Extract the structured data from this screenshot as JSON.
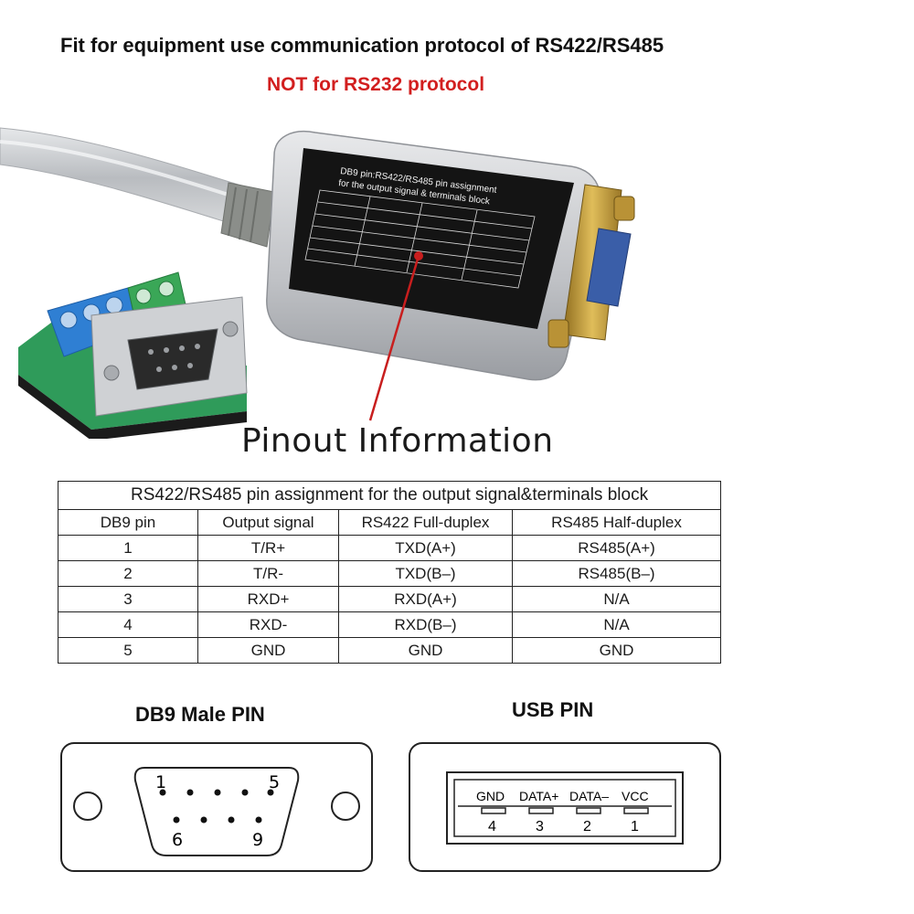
{
  "header": {
    "headline": "Fit for equipment use communication protocol of RS422/RS485",
    "warning": "NOT for RS232 protocol"
  },
  "colors": {
    "warning_red": "#d21f1f",
    "arrow_red": "#c81e1e",
    "adapter_silver": "#c9cbcf",
    "terminal_blue": "#2f7fd3",
    "terminal_green": "#3aa757",
    "pcb_green": "#2f9b5a",
    "connector_gold": "#c9a13a"
  },
  "label_plate": {
    "title_line1": "DB9 pin:RS422/RS485 pin assignment",
    "title_line2": "for the output signal & terminals block"
  },
  "pinout": {
    "title": "Pinout Information",
    "caption": "RS422/RS485 pin assignment for the output signal&terminals block",
    "headers": [
      "DB9 pin",
      "Output signal",
      "RS422 Full-duplex",
      "RS485 Half-duplex"
    ],
    "rows": [
      [
        "1",
        "T/R+",
        "TXD(A+)",
        "RS485(A+)"
      ],
      [
        "2",
        "T/R-",
        "TXD(B–)",
        "RS485(B–)"
      ],
      [
        "3",
        "RXD+",
        "RXD(A+)",
        "N/A"
      ],
      [
        "4",
        "RXD-",
        "RXD(B–)",
        "N/A"
      ],
      [
        "5",
        "GND",
        "GND",
        "GND"
      ]
    ]
  },
  "db9": {
    "title": "DB9 Male PIN",
    "pin_1": "1",
    "pin_5": "5",
    "pin_6": "6",
    "pin_9": "9"
  },
  "usb": {
    "title": "USB PIN",
    "signals": [
      "GND",
      "DATA+",
      "DATA–",
      "VCC"
    ],
    "numbers": [
      "4",
      "3",
      "2",
      "1"
    ]
  }
}
